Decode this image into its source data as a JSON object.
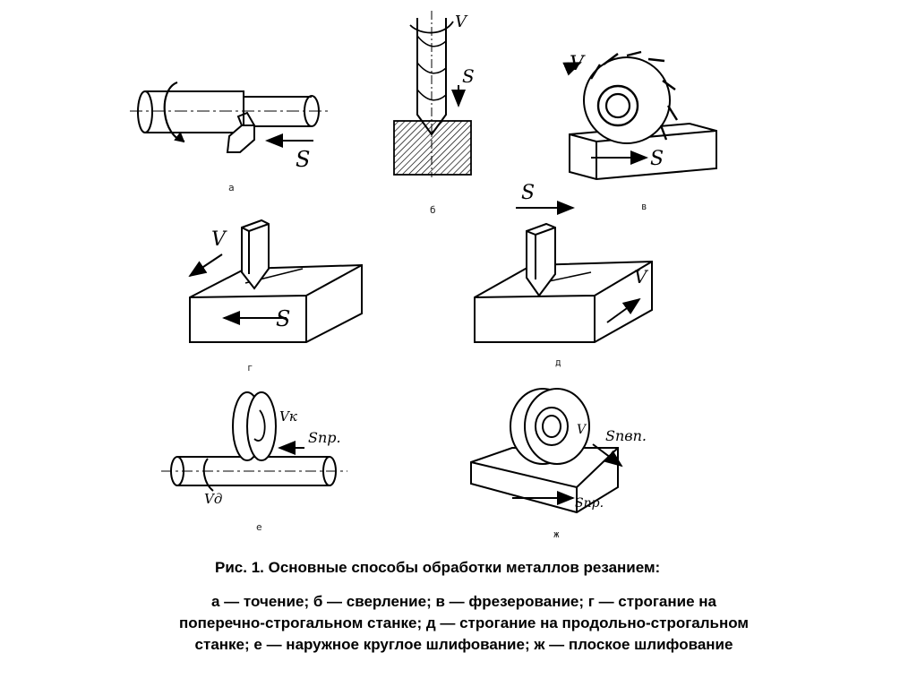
{
  "panels": {
    "a": {
      "label": "а",
      "feed": "S"
    },
    "b": {
      "label": "б",
      "speed": "V",
      "feed": "S"
    },
    "v": {
      "label": "в",
      "speed": "V",
      "feed": "S"
    },
    "g": {
      "label": "г",
      "speed": "V",
      "feed": "S"
    },
    "d": {
      "label": "д",
      "speed": "V",
      "feed": "S"
    },
    "e": {
      "label": "е",
      "wheel_speed": "Vк",
      "feed": "Sпр.",
      "part_speed": "Vд"
    },
    "zh": {
      "label": "ж",
      "speed": "V",
      "feed_vertical": "Sпвп.",
      "feed": "Sпр."
    }
  },
  "caption": {
    "title": "Рис. 1. Основные способы обработки металлов резанием:",
    "line1": "а — точение; б — сверление; в — фрезерование; г — строгание на",
    "line2": "поперечно-строгальном станке; д — строгание на продольно-строгальном",
    "line3": "станке; е — наружное круглое шлифование; ж — плоское шлифование"
  }
}
